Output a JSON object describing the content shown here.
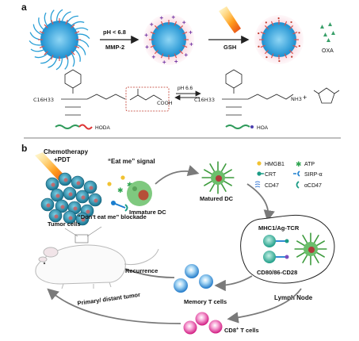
{
  "panel_a": {
    "label": "a",
    "arrow1_top": "pH < 6.8",
    "arrow1_bottom": "MMP-2",
    "arrow2_label": "GSH",
    "oxa_label": "OXA",
    "equilibrium_label": "pH 6.6",
    "chem_tail_left": "C16H33",
    "chem_tail_right": "C16H33",
    "chem_nh3": "NH3",
    "chem_cooh": "COOH",
    "hoda_label": "HODA",
    "hoa_label": "HOA",
    "plus": "+"
  },
  "panel_b": {
    "label": "b",
    "chemo_line1": "Chemotherapy",
    "chemo_line2": "+PDT",
    "eat_me": "“Eat me” signal",
    "dont_eat_me": "“Don't eat me” blockade",
    "tumor_cells": "Tumor cells",
    "immature_dc": "Immature DC",
    "matured_dc": "Matured DC",
    "legend": {
      "hmgb1": "HMGB1",
      "atp": "ATP",
      "crt": "CRT",
      "sirpa": "SIRP-α",
      "cd47": "CD47",
      "acd47": "αCD47"
    },
    "mhc": "MHC1/Ag-TCR",
    "cd80": "CD80/86-CD28",
    "lymph_node": "Lymph Node",
    "memory_t": "Memory T cells",
    "recurrence": "Recurrence",
    "primary_distant": "Primary/ distant tumor",
    "cd8_pre": "CD8",
    "cd8_sup": "+",
    "cd8_post": " T cells"
  },
  "colors": {
    "nanoparticle_core": "#29a8e0",
    "corona": "#f2b8c6",
    "peg": "#2a9fd6",
    "oxa": "#2e8b57",
    "tumor": "#1c8fb0",
    "dc": "#3d9b3d",
    "tcell": "#1e90d8",
    "cd8": "#e0309a",
    "arrow": "#777777"
  }
}
